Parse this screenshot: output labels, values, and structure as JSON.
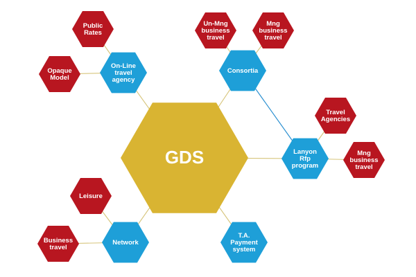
{
  "colors": {
    "center": "#D9B432",
    "blue": "#1E9FD8",
    "red": "#B81620",
    "line": "#D6C47A",
    "blue_line": "#2A8FD0"
  },
  "center": {
    "label": "GDS"
  },
  "nodes": {
    "online_agency": {
      "lines": [
        "On-Line",
        "travel",
        "agency"
      ]
    },
    "public_rates": {
      "lines": [
        "Public",
        "Rates"
      ]
    },
    "opaque_model": {
      "lines": [
        "Opaque",
        "Model"
      ]
    },
    "consortia": {
      "lines": [
        "Consortia"
      ]
    },
    "unmng_business_travel": {
      "lines": [
        "Un-Mng",
        "business",
        "travel"
      ]
    },
    "mng_business_travel_top": {
      "lines": [
        "Mng",
        "business",
        "travel"
      ]
    },
    "lanyon_rfp": {
      "lines": [
        "Lanyon",
        "Rfp",
        "program"
      ]
    },
    "travel_agencies": {
      "lines": [
        "Travel",
        "Agencies"
      ]
    },
    "mng_business_travel_right": {
      "lines": [
        "Mng",
        "business",
        "travel"
      ]
    },
    "network": {
      "lines": [
        "Network"
      ]
    },
    "leisure": {
      "lines": [
        "Leisure"
      ]
    },
    "business_travel_left": {
      "lines": [
        "Business",
        "travel"
      ]
    },
    "ta_payment": {
      "lines": [
        "T.A.",
        "Payment",
        "system"
      ]
    }
  }
}
